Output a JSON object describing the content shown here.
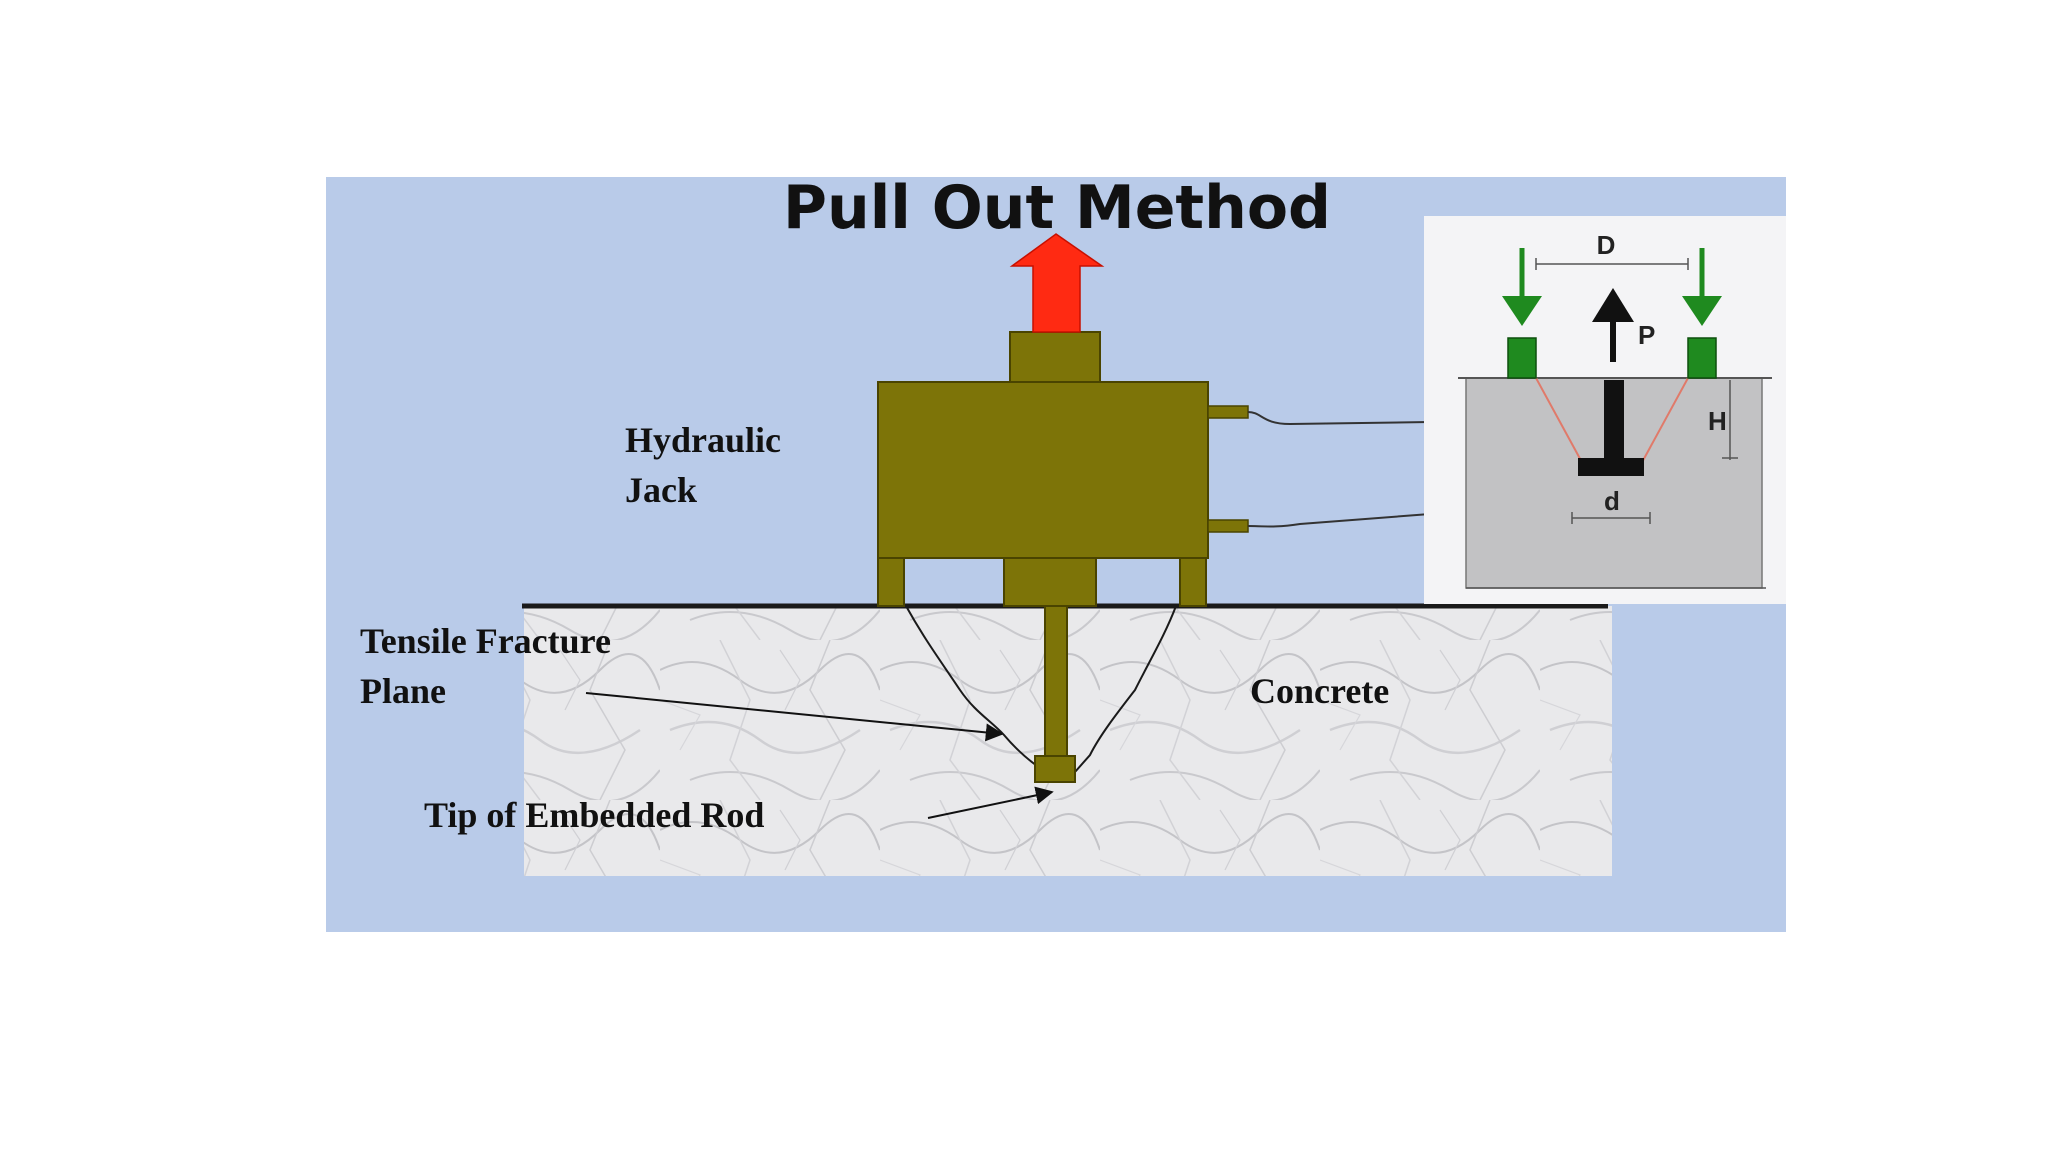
{
  "title": "Pull Out Method",
  "labels": {
    "hydraulic_jack_line1": "Hydraulic",
    "hydraulic_jack_line2": "Jack",
    "tensile_line1": "Tensile Fracture",
    "tensile_line2": "Plane",
    "tip": "Tip of Embedded Rod",
    "concrete": "Concrete"
  },
  "inset": {
    "D": "D",
    "P": "P",
    "H": "H",
    "d": "d"
  },
  "colors": {
    "background": "#b9cbe9",
    "jack": "#7d7408",
    "jack_stroke": "#4a4400",
    "pull_arrow": "#ff2a12",
    "load_arrow": "#1f8a1f",
    "inset_concrete": "#c2c2c4",
    "fracture_line": "#e07a6a"
  }
}
